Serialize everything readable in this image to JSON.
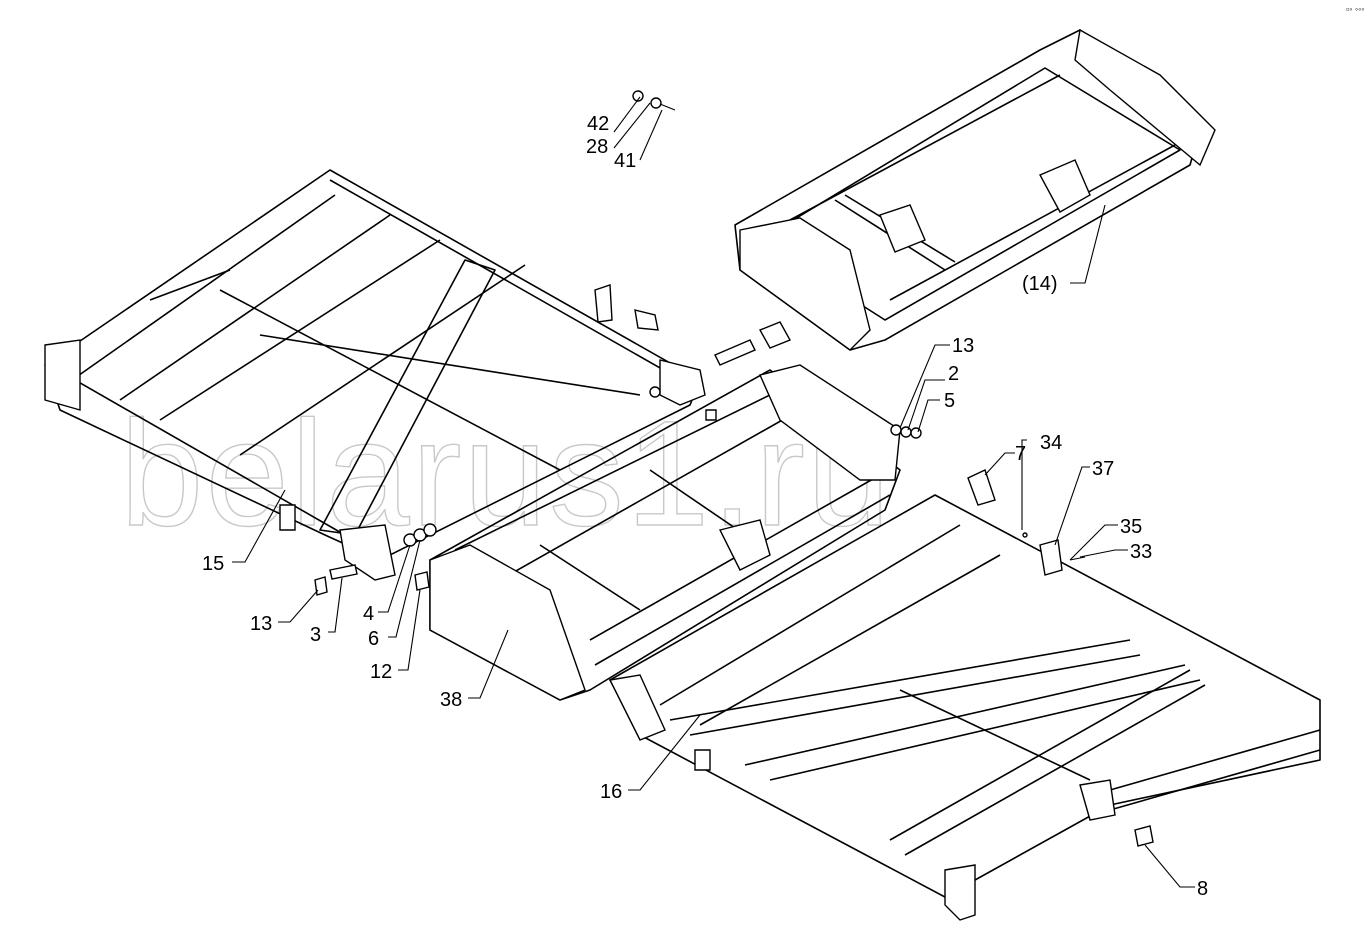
{
  "watermark": "belarus1.ru",
  "corner_mark": "▫◦ ◦◦◦",
  "callouts": {
    "c42": "42",
    "c28": "28",
    "c41": "41",
    "c14": "(14)",
    "c13a": "13",
    "c2": "2",
    "c5": "5",
    "c7": "7",
    "c34": "34",
    "c37": "37",
    "c35": "35",
    "c33": "33",
    "c15": "15",
    "c13b": "13",
    "c3": "3",
    "c4": "4",
    "c6": "6",
    "c12": "12",
    "c38": "38",
    "c16": "16",
    "c8": "8"
  }
}
